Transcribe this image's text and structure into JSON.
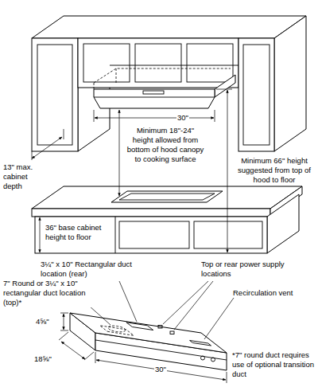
{
  "diagram": {
    "labels": [
      "30\"",
      "13\" max. cabinet depth",
      "Minimum 18\"-24\" height allowed from bottom of hood canopy to cooking surface",
      "Minimum 66\" height suggested from top of hood to floor",
      "36\" base cabinet height to floor",
      "3¼\" x 10\" Rectangular duct location (rear)",
      "Top or rear power supply locations",
      "Recirculation vent",
      "7\" Round or 3¼\" x 10\" rectangular duct location (top)*",
      "4⅝\"",
      "18⅝\"",
      "30\"",
      "*7\" round duct requires use of optional transition duct"
    ]
  }
}
